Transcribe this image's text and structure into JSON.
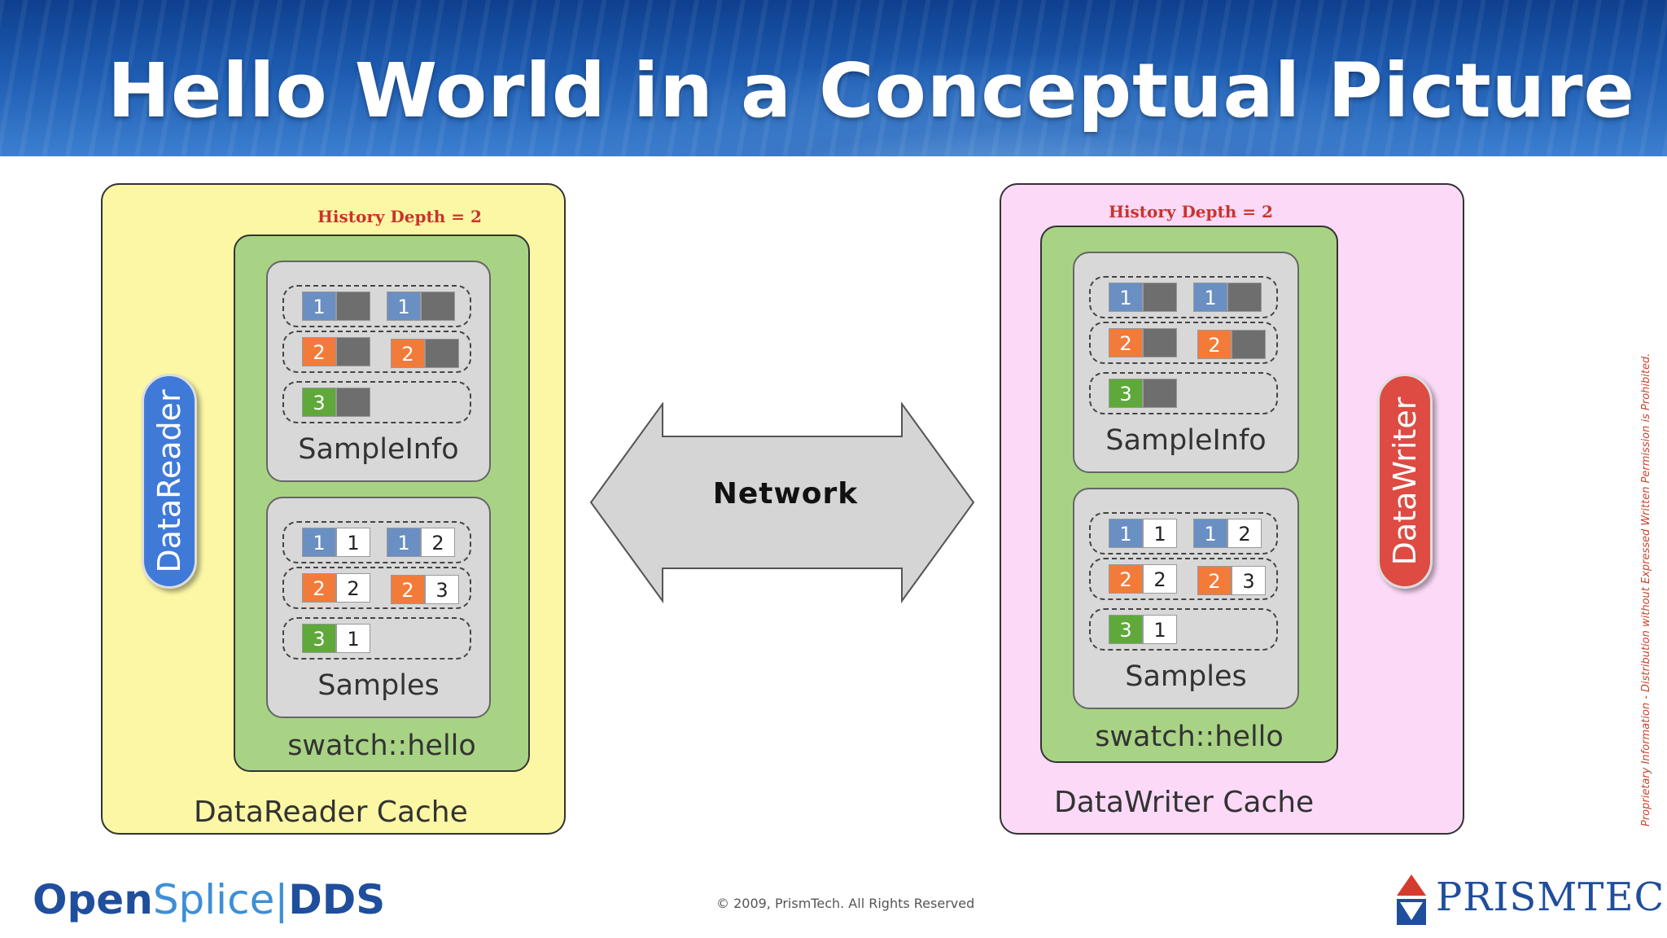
{
  "slide": {
    "title": "Hello World in a Conceptual Picture",
    "network_label": "Network",
    "copyright": "© 2009, PrismTech. All Rights Reserved",
    "side_note": "Proprietary Information - Distribution without Expressed Written Permission is Prohibited."
  },
  "reader": {
    "pill_label": "DataReader",
    "cache_label": "DataReader Cache",
    "history_depth": "History Depth = 2",
    "topic_label": "swatch::hello",
    "sampleinfo_label": "SampleInfo",
    "samples_label": "Samples",
    "sampleinfo_rows": [
      [
        "1",
        "1"
      ],
      [
        "2",
        "2"
      ],
      [
        "3"
      ]
    ],
    "samples_rows": [
      [
        [
          "1",
          "1"
        ],
        [
          "1",
          "2"
        ]
      ],
      [
        [
          "2",
          "2"
        ],
        [
          "2",
          "3"
        ]
      ],
      [
        [
          "3",
          "1"
        ]
      ]
    ]
  },
  "writer": {
    "pill_label": "DataWriter",
    "cache_label": "DataWriter Cache",
    "history_depth": "History Depth = 2",
    "topic_label": "swatch::hello",
    "sampleinfo_label": "SampleInfo",
    "samples_label": "Samples",
    "sampleinfo_rows": [
      [
        "1",
        "1"
      ],
      [
        "2",
        "2"
      ],
      [
        "3"
      ]
    ],
    "samples_rows": [
      [
        [
          "1",
          "1"
        ],
        [
          "1",
          "2"
        ]
      ],
      [
        [
          "2",
          "2"
        ],
        [
          "2",
          "3"
        ]
      ],
      [
        [
          "3",
          "1"
        ]
      ]
    ]
  },
  "logos": {
    "opensplice_open": "Open",
    "opensplice_splice": "Splice",
    "opensplice_bar": "|",
    "opensplice_dds": "DDS",
    "prismtech": "PRISMTECH"
  },
  "colors": {
    "instance_1": "#6a8fc3",
    "instance_2": "#f37b3a",
    "instance_3": "#5ea93a",
    "reader_cache_bg": "#fbf7a4",
    "writer_cache_bg": "#fbd9f7",
    "topic_bg": "#a8d384",
    "reader_pill": "#3f7ad8",
    "writer_pill": "#dd4b43",
    "history_text": "#c8342d"
  }
}
